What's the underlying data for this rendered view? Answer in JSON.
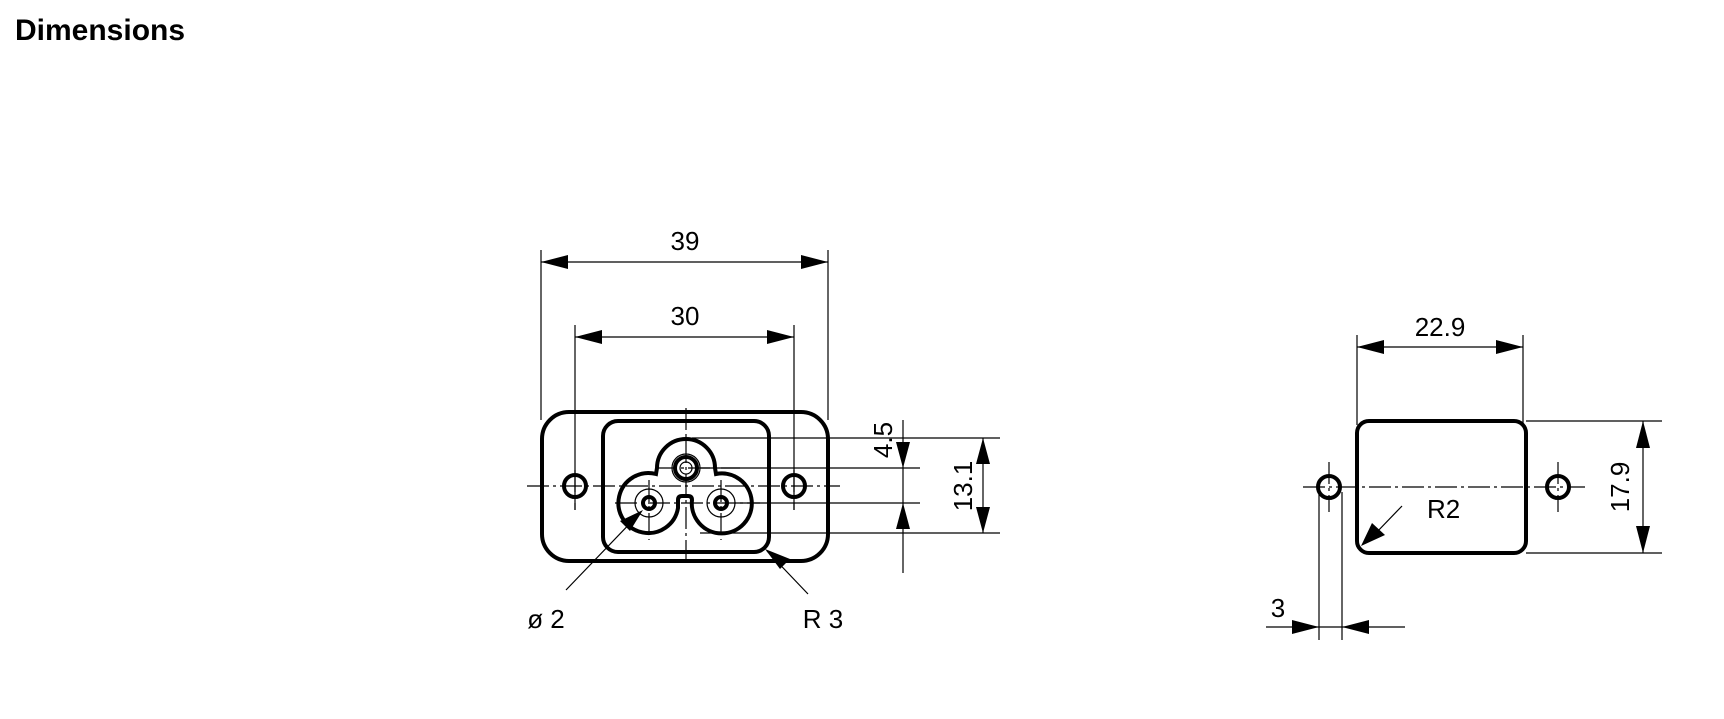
{
  "title": "Dimensions",
  "front_view": {
    "overall_width": "39",
    "hole_spacing": "30",
    "pin_offset": "4.5",
    "opening_height": "13.1",
    "pin_diameter": "ø 2",
    "corner_radius": "R 3"
  },
  "cutout_view": {
    "cutout_width": "22.9",
    "cutout_height": "17.9",
    "corner_radius": "R2",
    "hole_diameter": "3"
  }
}
